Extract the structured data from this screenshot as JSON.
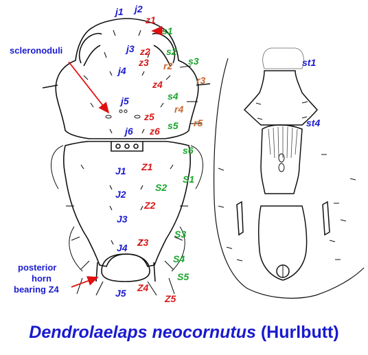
{
  "title": {
    "species": "Dendrolaelaps neocornutus",
    "author": "(Hurlbutt)"
  },
  "annotations": {
    "scleronoduli": "scleronoduli",
    "posterior_horn": [
      "posterior",
      "horn",
      "bearing Z4"
    ]
  },
  "labels": {
    "j_series": [
      "j1",
      "j2",
      "j3",
      "j4",
      "j5",
      "j6"
    ],
    "z_series": [
      "z1",
      "z2",
      "z3",
      "z4",
      "z5",
      "z6"
    ],
    "s_series": [
      "s1",
      "s2",
      "s3",
      "s4",
      "s5",
      "s6"
    ],
    "r_series": [
      "r2",
      "r3",
      "r4",
      "r5"
    ],
    "J_series": [
      "J1",
      "J2",
      "J3",
      "J4",
      "J5"
    ],
    "Z_series": [
      "Z1",
      "Z2",
      "Z3",
      "Z4",
      "Z5"
    ],
    "S_series": [
      "S1",
      "S2",
      "S3",
      "S4",
      "S5"
    ],
    "sternal": [
      "st1",
      "st4"
    ]
  },
  "colors": {
    "j_J": "#1a1acf",
    "z_Z": "#d81818",
    "s_S": "#19a42a",
    "r": "#c8662c",
    "arrow": "#e01010"
  }
}
